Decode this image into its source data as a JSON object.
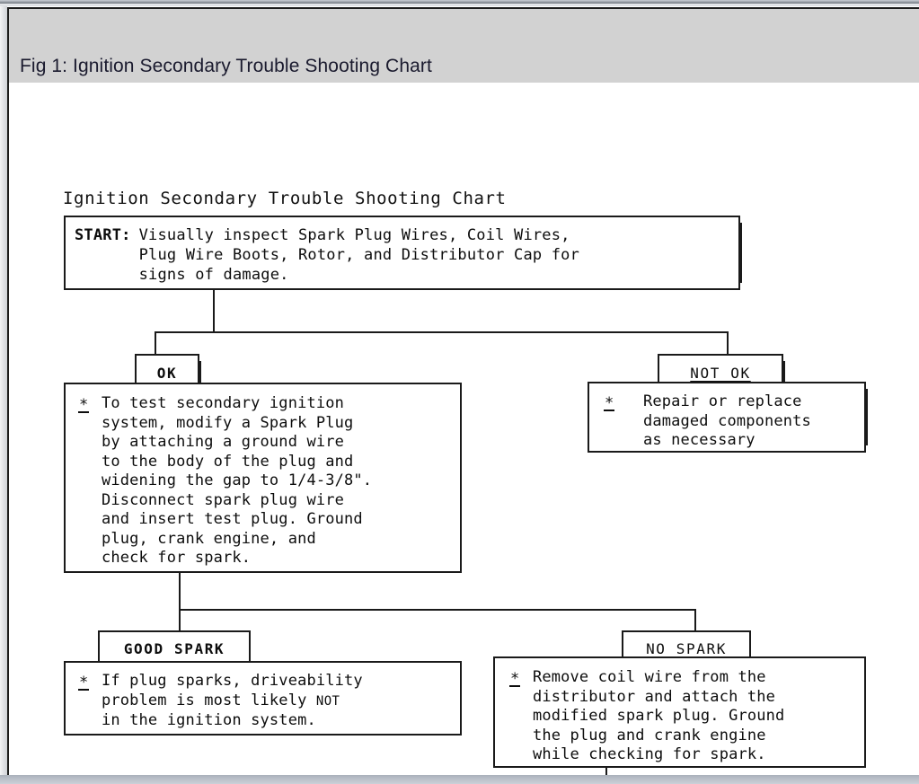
{
  "window": {
    "header_title": "Fig 1: Ignition Secondary Trouble Shooting Chart",
    "header_bg": "#d2d2d2",
    "canvas_bg": "#ffffff",
    "line_color": "#1a1a1a"
  },
  "chart": {
    "title": "Ignition Secondary Trouble Shooting Chart",
    "type": "flowchart",
    "nodes": {
      "start": {
        "key": "START:",
        "text": "Visually inspect Spark Plug Wires, Coil Wires,\nPlug Wire Boots, Rotor, and Distributor Cap for\nsigns of damage."
      },
      "ok": {
        "label": "OK"
      },
      "not_ok": {
        "label": "NOT OK"
      },
      "test_procedure": {
        "bullet": "*",
        "text": "To test secondary ignition\nsystem, modify a Spark Plug\nby attaching a ground wire\nto the body of the plug and\nwidening the gap to 1/4-3/8\".\nDisconnect spark plug wire\nand insert test plug. Ground\nplug, crank engine, and\ncheck for spark."
      },
      "repair": {
        "bullet": "*",
        "text": "Repair or replace\ndamaged components\nas necessary"
      },
      "good_spark": {
        "label": "GOOD SPARK"
      },
      "no_spark": {
        "label": "NO SPARK"
      },
      "good_spark_result": {
        "bullet": "*",
        "text_before": "If plug sparks, driveability\nproblem is most likely ",
        "emphasis": "NOT",
        "text_after": "\nin the ignition system."
      },
      "no_spark_action": {
        "bullet": "*",
        "text": "Remove coil wire from the\ndistributor and attach the\nmodified spark plug. Ground\nthe plug and crank engine\nwhile checking for spark."
      }
    },
    "edges": [
      {
        "from": "start",
        "to": "ok"
      },
      {
        "from": "start",
        "to": "not_ok"
      },
      {
        "from": "ok",
        "to": "test_procedure"
      },
      {
        "from": "not_ok",
        "to": "repair"
      },
      {
        "from": "test_procedure",
        "to": "good_spark"
      },
      {
        "from": "test_procedure",
        "to": "no_spark"
      },
      {
        "from": "good_spark",
        "to": "good_spark_result"
      },
      {
        "from": "no_spark",
        "to": "no_spark_action"
      },
      {
        "from": "no_spark_action",
        "to": "below-fold"
      }
    ]
  }
}
